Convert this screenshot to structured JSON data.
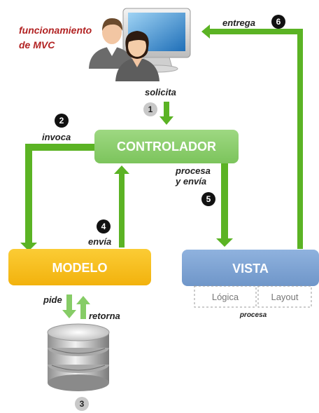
{
  "title_line1": "funcionamiento",
  "title_line2": "de MVC",
  "colors": {
    "title": "#b22323",
    "arrow": "#5bb324",
    "controller": "#86cc66",
    "model": "#f6bc16",
    "view": "#7fa4d4",
    "badge_dark": "#111111",
    "badge_light": "#c8c8c8"
  },
  "nodes": {
    "controller": "CONTROLADOR",
    "model": "MODELO",
    "view": "VISTA"
  },
  "view_parts": [
    "Lógica",
    "Layout"
  ],
  "view_note": "procesa",
  "steps": [
    {
      "number": "1",
      "label": "solicita"
    },
    {
      "number": "2",
      "label": "invoca"
    },
    {
      "number": "3",
      "label": ""
    },
    {
      "number": "4",
      "label": "envía"
    },
    {
      "number": "5",
      "label_line1": "procesa",
      "label_line2": "y envía"
    },
    {
      "number": "6",
      "label": "entrega"
    }
  ],
  "db_labels": {
    "down": "pide",
    "up": "retorna"
  },
  "icons": [
    "users-icon",
    "monitor-icon",
    "database-icon"
  ]
}
